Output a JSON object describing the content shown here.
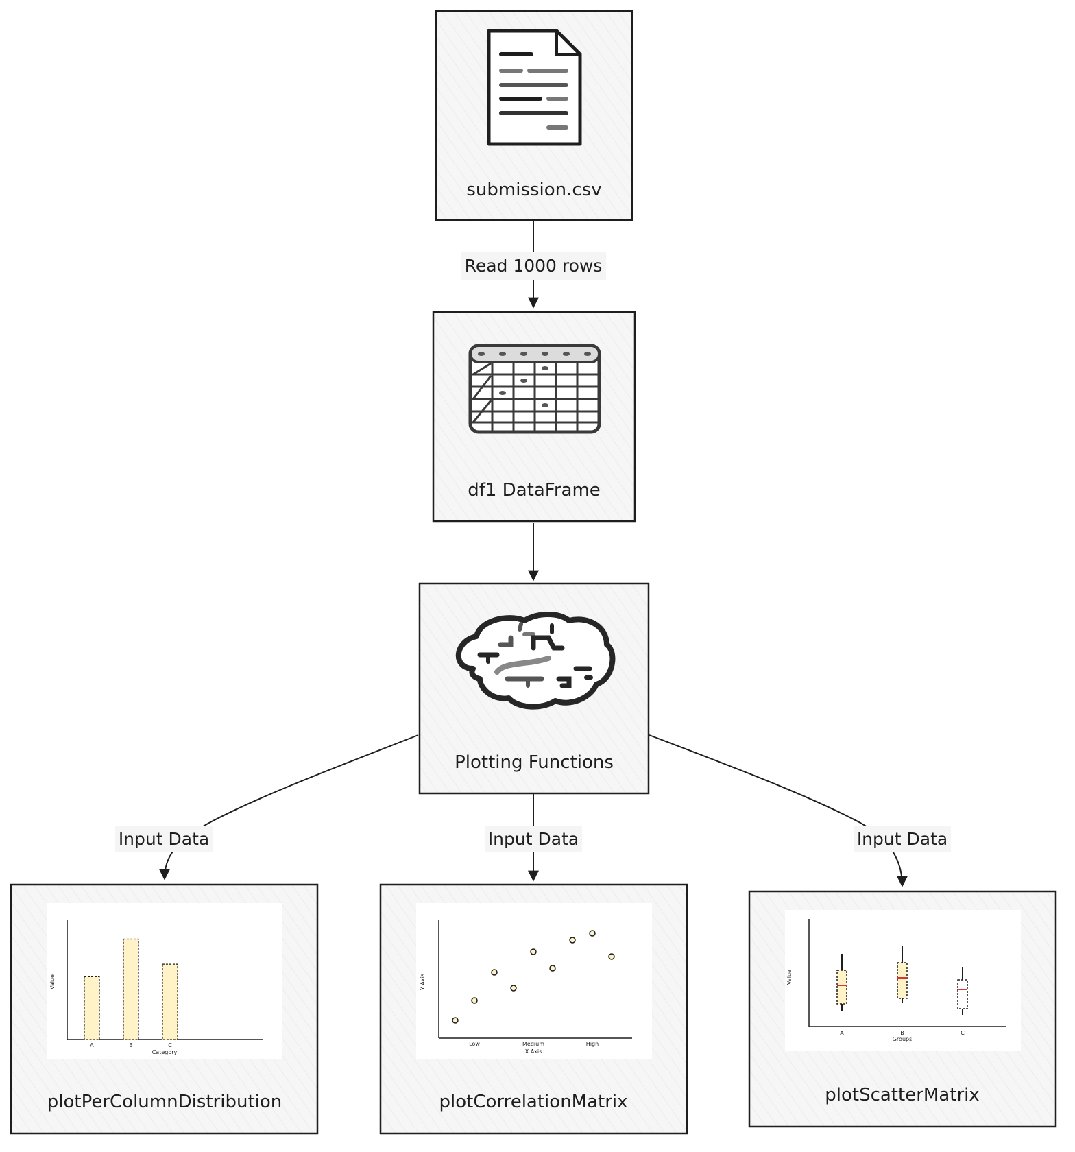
{
  "nodes": {
    "submission": {
      "label": "submission.csv",
      "icon": "document-icon"
    },
    "dataframe": {
      "label": "df1 DataFrame",
      "icon": "table-icon"
    },
    "plotting": {
      "label": "Plotting Functions",
      "icon": "brain-icon"
    },
    "distribution": {
      "label": "plotPerColumnDistribution",
      "icon": "bar-chart-thumbnail"
    },
    "correlation": {
      "label": "plotCorrelationMatrix",
      "icon": "scatter-chart-thumbnail"
    },
    "scatter": {
      "label": "plotScatterMatrix",
      "icon": "box-plot-thumbnail"
    }
  },
  "edges": {
    "read": "Read 1000 rows",
    "input_left": "Input Data",
    "input_mid": "Input Data",
    "input_right": "Input Data"
  },
  "thumbnails": {
    "bar": {
      "ylabel": "Value",
      "xlabel": "Category",
      "categories": [
        "A",
        "B",
        "C"
      ],
      "values": [
        5,
        8,
        6
      ]
    },
    "scatter": {
      "ylabel": "Y Axis",
      "xlabel": "X Axis",
      "ticks": [
        "Low",
        "Medium",
        "High"
      ]
    },
    "box": {
      "ylabel": "Value",
      "xlabel": "Groups",
      "categories": [
        "A",
        "B",
        "C"
      ]
    }
  },
  "colors": {
    "node_fill": "#f5f5f5",
    "stroke": "#1e1e1e",
    "bar_fill": "#fff3c7",
    "median": "#e03131"
  }
}
